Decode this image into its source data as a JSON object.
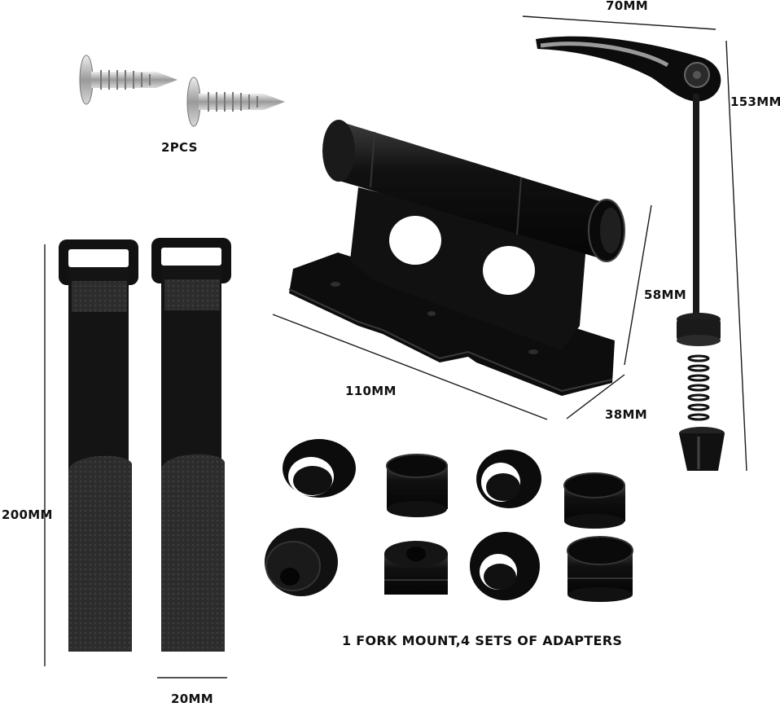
{
  "colors": {
    "background": "#ffffff",
    "product_black": "#0c0c0c",
    "product_highlight": "#3a3a3a",
    "strap_hook": "#2a2a2a",
    "strap_loop": "#111111",
    "screw_silver": "#b9b9b9",
    "dimension_line": "#1a1a1a",
    "label_text": "#111111"
  },
  "items": {
    "screws": {
      "quantity_label": "2PCS",
      "count": 2
    },
    "quick_release_skewer": {
      "width_label": "70MM",
      "height_label": "153MM"
    },
    "fork_mount": {
      "length_label": "110MM",
      "height_label": "58MM",
      "depth_label": "38MM"
    },
    "straps": {
      "length_label": "200MM",
      "width_label": "20MM",
      "count": 2
    },
    "adapters": {
      "count": 8,
      "caption": "1 FORK MOUNT,4 SETS OF ADAPTERS"
    }
  }
}
